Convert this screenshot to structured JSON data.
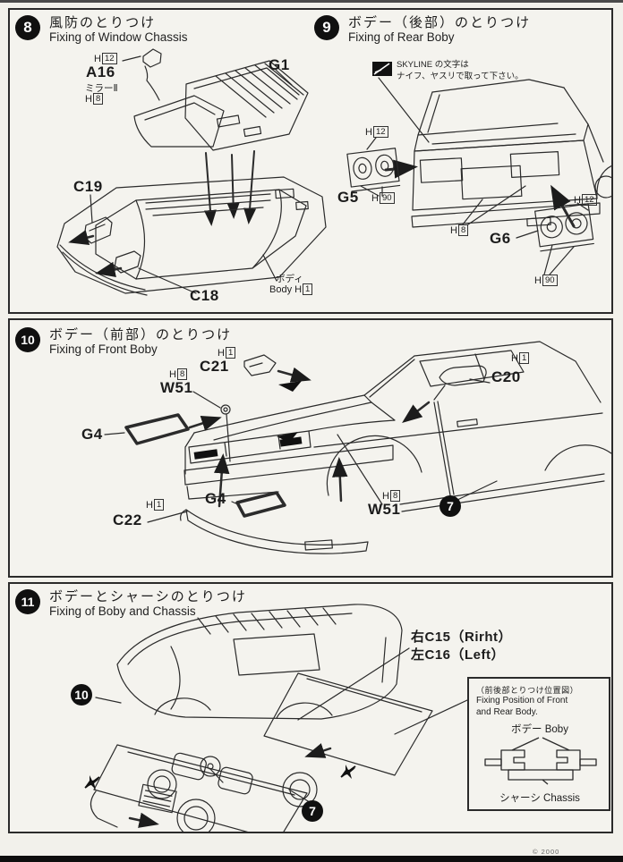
{
  "footer": {
    "copyright": "© 2000"
  },
  "s8": {
    "number": "8",
    "title_jp": "風防のとりつけ",
    "title_en": "Fixing of Window Chassis",
    "labels": {
      "h12": {
        "p": "H",
        "n": "12"
      },
      "a16": "A16",
      "mirror": "ミラーⅡ",
      "h8": {
        "p": "H",
        "n": "8"
      },
      "g1": "G1",
      "c19": "C19",
      "c18": "C18",
      "body_jp": "ボディ",
      "body_en": "Body",
      "h1": {
        "p": "H",
        "n": "1"
      }
    }
  },
  "s9": {
    "number": "9",
    "title_jp": "ボデー（後部）のとりつけ",
    "title_en": "Fixing of Rear Boby",
    "note_line1": "SKYLINE の文字は",
    "note_line2": "ナイフ、ヤスリで取って下さい。",
    "labels": {
      "h12": {
        "p": "H",
        "n": "12"
      },
      "g5": "G5",
      "h90": {
        "p": "H",
        "n": "90"
      },
      "h8": {
        "p": "H",
        "n": "8"
      },
      "g6": "G6"
    }
  },
  "s10": {
    "number": "10",
    "title_jp": "ボデー（前部）のとりつけ",
    "title_en": "Fixing of Front Boby",
    "labels": {
      "h1": {
        "p": "H",
        "n": "1"
      },
      "c21": "C21",
      "h8": {
        "p": "H",
        "n": "8"
      },
      "w51": "W51",
      "g4": "G4",
      "c20": "C20",
      "c22": "C22",
      "seven": "7"
    }
  },
  "s11": {
    "number": "11",
    "title_jp": "ボデーとシャーシのとりつけ",
    "title_en": "Fixing of Boby and Chassis",
    "labels": {
      "ten": "10",
      "right_c15": "右C15（Rirht）",
      "left_c16": "左C16（Left）",
      "seven": "7"
    },
    "inset": {
      "title_jp": "（前後部とりつけ位置図）",
      "title_en1": "Fixing Position of Front",
      "title_en2": "and Rear Body.",
      "body_label": "ボデー Boby",
      "chassis_label": "シャーシ Chassis"
    }
  }
}
